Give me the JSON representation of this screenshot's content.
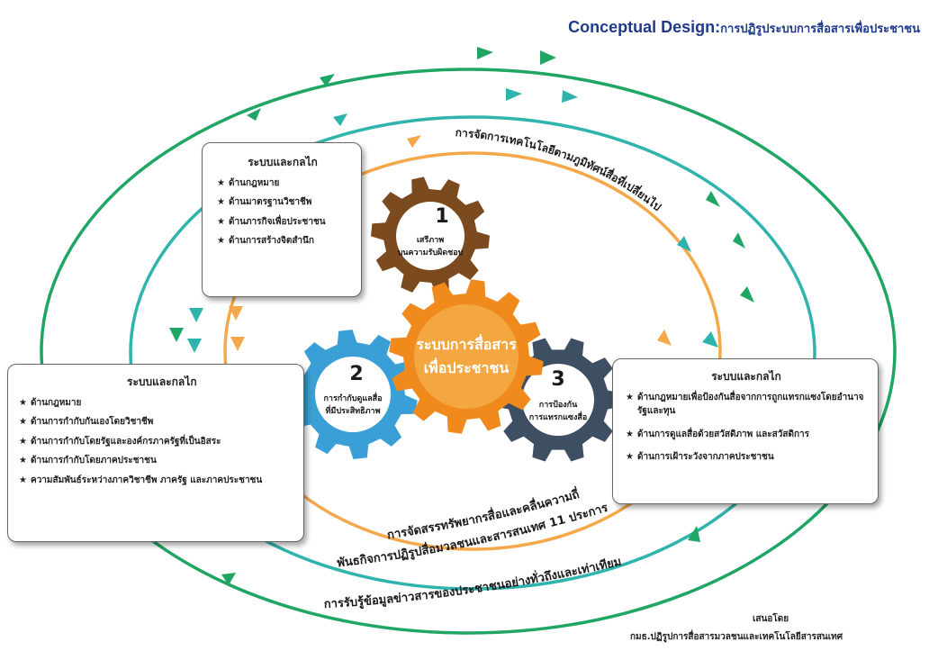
{
  "title": {
    "english": "Conceptual Design:",
    "thai": "การปฏิรูประบบการสื่อสารเพื่อประชาชน"
  },
  "center_gear": {
    "line1": "ระบบการสื่อสาร",
    "line2": "เพื่อประชาชน"
  },
  "gear1": {
    "number": "1",
    "line1": "เสรีภาพ",
    "line2": "บนความรับผิดชอบ"
  },
  "gear2": {
    "number": "2",
    "line1": "การกำกับดูแลสื่อ",
    "line2": "ที่มีประสิทธิภาพ"
  },
  "gear3": {
    "number": "3",
    "line1": "การป้องกัน",
    "line2": "การแทรกแซงสื่อ"
  },
  "box1": {
    "heading": "ระบบและกลไก",
    "items": [
      "ด้านกฎหมาย",
      "ด้านมาตรฐานวิชาชีพ",
      "ด้านภารกิจเพื่อประชาชน",
      "ด้านการสร้างจิตสำนึก"
    ]
  },
  "box2": {
    "heading": "ระบบและกลไก",
    "items": [
      "ด้านกฎหมาย",
      "ด้านการกำกับกันเองโดยวิชาชีพ",
      "ด้านการกำกับโดยรัฐและองค์กรภาครัฐที่เป็นอิสระ",
      "ด้านการกำกับโดยภาคประชาชน",
      "ความสัมพันธ์ระหว่างภาควิชาชีพ ภาครัฐ และภาคประชาชน"
    ]
  },
  "box3": {
    "heading": "ระบบและกลไก",
    "items": [
      "ด้านกฎหมายเพื่อป้องกันสื่อจากการถูกแทรกแซงโดยอำนาจรัฐและทุน",
      "ด้านการดูแลสื่อด้วยสวัสดิภาพ และสวัสดิการ",
      "ด้านการเฝ้าระวังจากภาคประชาชน"
    ]
  },
  "arc_labels": {
    "inner_top": "การจัดการเทคโนโลยีตามภูมิทัศน์สื่อที่เปลี่ยนไป",
    "inner_bottom": "การจัดสรรทรัพยากรสื่อและคลื่นความถี่",
    "middle_bottom": "พันธกิจการปฏิรูปสื่อมวลชนและสารสนเทศ 11 ประการ",
    "outer_bottom": "การรับรู้ข้อมูลข่าวสารของประชาชนอย่างทั่วถึงและเท่าเทียม"
  },
  "footer": {
    "presented_by": "เสนอโดย",
    "presenter": "กมธ.ปฏิรูปการสื่อสารมวลชนและเทคโนโลยีสารสนเทศ"
  },
  "colors": {
    "green": "#1fa564",
    "teal": "#2fb3ad",
    "orange": "#f4a84a",
    "gear_brown": "#7b4a1f",
    "gear_orange": "#f08a1c",
    "gear_blue": "#3a9fd6",
    "gear_slate": "#3e4f63",
    "title_blue": "#1f3a8c"
  }
}
